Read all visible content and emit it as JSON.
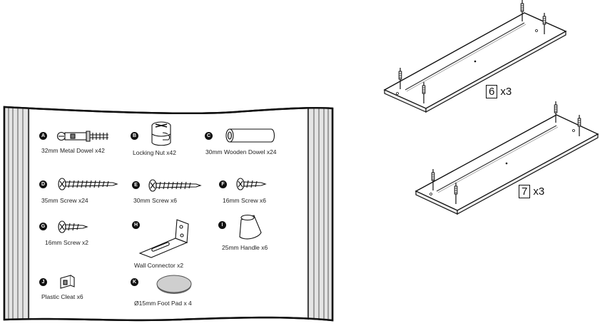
{
  "hardware": [
    {
      "letter": "A",
      "label": "32mm Metal Dowel x42",
      "icon": "metal-dowel-icon"
    },
    {
      "letter": "B",
      "label": "Locking Nut x42",
      "icon": "locking-nut-icon"
    },
    {
      "letter": "C",
      "label": "30mm Wooden Dowel x24",
      "icon": "wooden-dowel-icon"
    },
    {
      "letter": "D",
      "label": "35mm Screw x24",
      "icon": "screw-icon"
    },
    {
      "letter": "E",
      "label": "30mm Screw x6",
      "icon": "screw-icon"
    },
    {
      "letter": "F",
      "label": "16mm Screw x6",
      "icon": "screw-icon"
    },
    {
      "letter": "G",
      "label": "16mm Screw x2",
      "icon": "screw-icon"
    },
    {
      "letter": "H",
      "label": "Wall Connector x2",
      "icon": "wall-connector-icon"
    },
    {
      "letter": "I",
      "label": "25mm Handle x6",
      "icon": "handle-icon"
    },
    {
      "letter": "J",
      "label": "Plastic Cleat x6",
      "icon": "plastic-cleat-icon"
    },
    {
      "letter": "K",
      "label": "Ø15mm Foot Pad  x 4",
      "icon": "foot-pad-icon"
    }
  ],
  "panels": [
    {
      "number": "6",
      "qty": "x3"
    },
    {
      "number": "7",
      "qty": "x3"
    }
  ]
}
